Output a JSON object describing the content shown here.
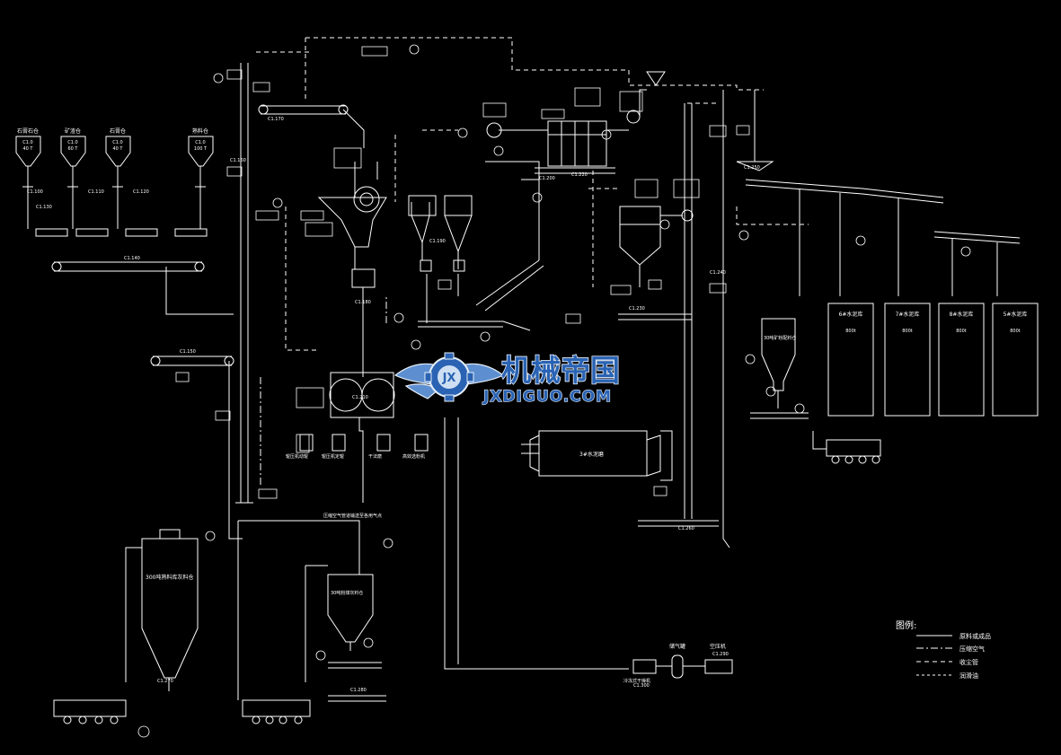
{
  "colors": {
    "background": "#000000",
    "line": "#ffffff",
    "watermark_fill": "#2a63b3",
    "watermark_stroke": "#e6eef9",
    "watermark_icon": "#5d8fd0"
  },
  "watermark": {
    "title": "机械帝国",
    "subtitle": "JXDIGUO.COM",
    "logo_letters": "JX"
  },
  "raw_bins": [
    {
      "label": "石膏石仓",
      "tag": "C1.0",
      "cap": "40 T"
    },
    {
      "label": "矿渣仓",
      "tag": "C1.0",
      "cap": "60 T"
    },
    {
      "label": "石膏仓",
      "tag": "C1.0",
      "cap": "40 T"
    },
    {
      "label": "熟料仓",
      "tag": "C1.0",
      "cap": "100 T"
    }
  ],
  "cement_silos": [
    {
      "label": "6#水泥库",
      "cap": "800t"
    },
    {
      "label": "7#水泥库",
      "cap": "800t"
    },
    {
      "label": "8#水泥库",
      "cap": "800t"
    },
    {
      "label": "5#水泥库",
      "cap": "800t"
    }
  ],
  "bulk_silos": {
    "big": "300吨熟料库灰料仓",
    "small": "30吨粉煤灰料仓",
    "right": "30吨矿粉配料仓"
  },
  "equipment": {
    "ball_mill": "3#水泥磨",
    "roller_press": "C1.210",
    "bottom_labels": [
      "辊压机动辊",
      "辊压机定辊",
      "干法磨",
      "高效选粉机"
    ],
    "air_compressor": "空压机",
    "air_tank": "储气罐",
    "dryer": "冷冻式干燥机",
    "transport_note": "压缩空气管道输送至各用气点"
  },
  "legend": {
    "title": "图例:",
    "items": [
      {
        "label": "原料或成品",
        "style": "solid"
      },
      {
        "label": "压缩空气",
        "style": "dashdot"
      },
      {
        "label": "收尘管",
        "style": "dashed"
      },
      {
        "label": "润滑油",
        "style": "dash"
      }
    ]
  },
  "tags": {
    "t1": "C1.100",
    "t2": "C1.110",
    "t3": "C1.120",
    "t4": "C1.130",
    "t5": "C1.140",
    "t6": "C1.150",
    "t7": "C1.160",
    "t8": "C1.170",
    "t9": "C1.180",
    "t10": "C1.190",
    "t11": "C1.200",
    "t12": "C1.220",
    "t13": "C1.230",
    "t14": "C1.240",
    "t15": "C1.250",
    "t16": "C1.260",
    "t17": "C1.270",
    "t18": "C1.280",
    "t19": "C1.290",
    "t20": "C1.300"
  }
}
